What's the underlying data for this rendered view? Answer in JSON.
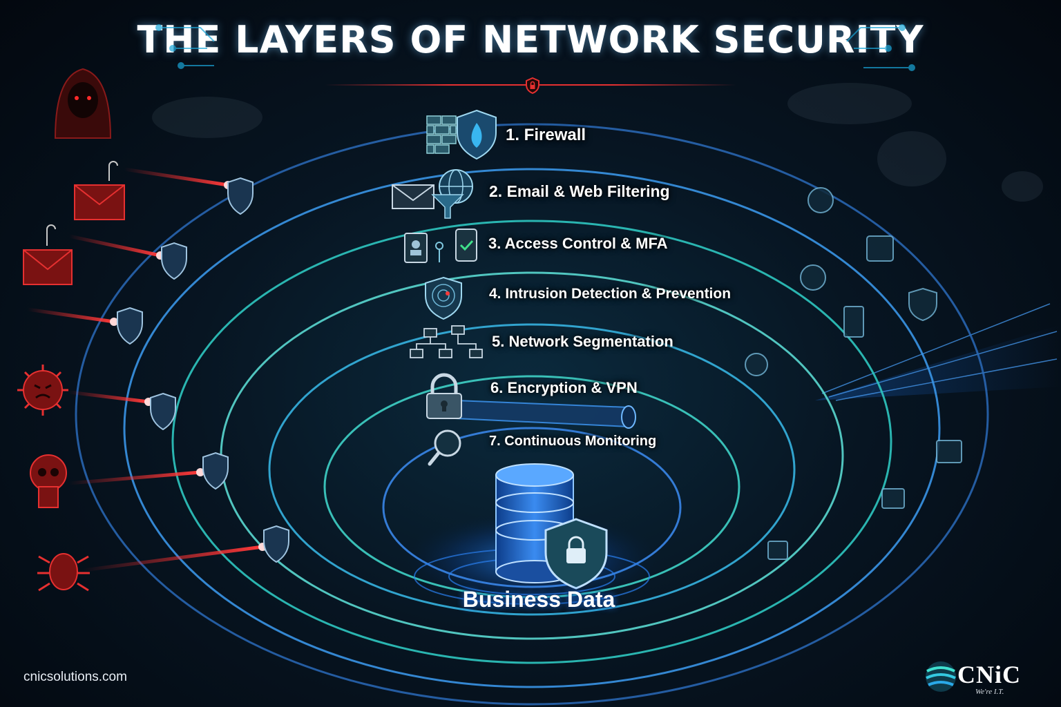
{
  "title": "THE LAYERS OF NETWORK SECURITY",
  "layers": [
    {
      "label": "1. Firewall",
      "icon": "firewall-icon"
    },
    {
      "label": "2. Email & Web Filtering",
      "icon": "email-filter-icon"
    },
    {
      "label": "3. Access Control & MFA",
      "icon": "access-control-icon"
    },
    {
      "label": "4. Intrusion Detection & Prevention",
      "icon": "radar-shield-icon"
    },
    {
      "label": "5. Network Segmentation",
      "icon": "network-tree-icon"
    },
    {
      "label": "6. Encryption & VPN",
      "icon": "padlock-tunnel-icon"
    },
    {
      "label": "7. Continuous Monitoring",
      "icon": "magnifier-icon"
    }
  ],
  "core": {
    "label": "Business Data",
    "icon": "database-shield-icon"
  },
  "threats": [
    "hacker-icon",
    "phishing-email-icon",
    "phishing-email-icon",
    "malware-virus-icon",
    "skull-icon",
    "bug-icon"
  ],
  "footer": {
    "website": "cnicsolutions.com"
  },
  "brand": {
    "name": "CNiC",
    "tagline": "We're I.T."
  },
  "colors": {
    "accent_red": "#e63030",
    "ring_cyan": "#2fd0c8",
    "ring_blue": "#3a8fe8",
    "core_blue": "#1e6fe0"
  }
}
